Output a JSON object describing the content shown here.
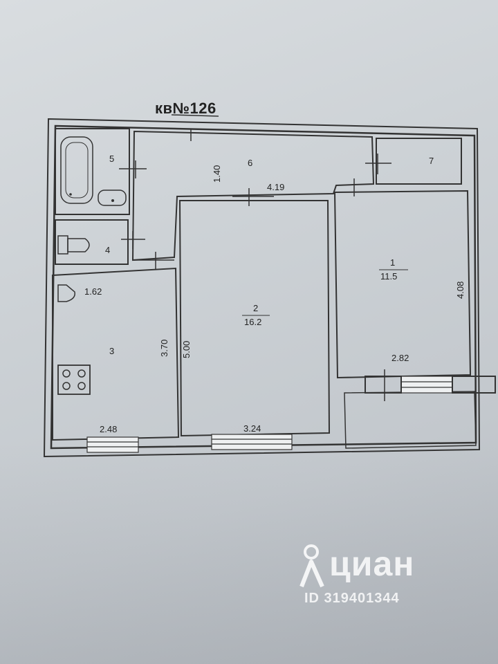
{
  "plan": {
    "title": "кв№126",
    "rooms": [
      {
        "number": "1",
        "area": "11.5"
      },
      {
        "number": "2",
        "area": "16.2"
      },
      {
        "number": "3"
      },
      {
        "number": "4"
      },
      {
        "number": "5"
      },
      {
        "number": "6"
      },
      {
        "number": "7"
      }
    ],
    "dimensions": {
      "corridor_width": "1.40",
      "room2_width_top": "4.19",
      "room1_depth": "4.08",
      "room1_width": "2.82",
      "kitchen_width": "2.48",
      "kitchen_depth": "3.70",
      "room2_depth": "5.00",
      "room2_width_bottom": "3.24",
      "kitchen_small": "1.62"
    }
  },
  "watermark": {
    "brand": "циан",
    "id_text": "ID 319401344"
  }
}
